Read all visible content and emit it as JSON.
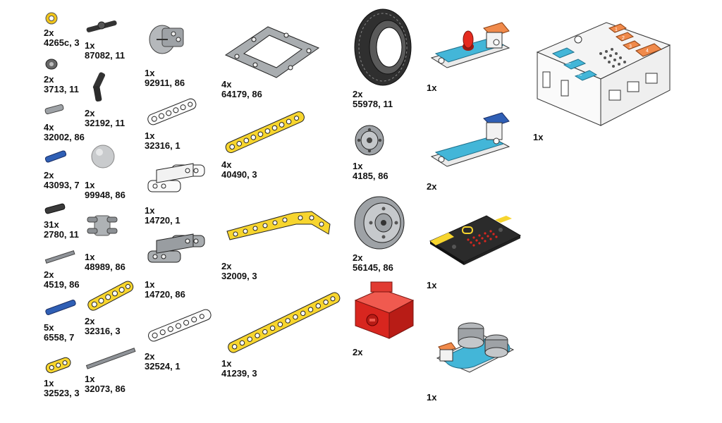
{
  "colors": {
    "yellow": "#f7d52e",
    "light_gray": "#a9adb0",
    "dark_gray": "#6a6e72",
    "black": "#2b2b2b",
    "blue": "#2f5fb5",
    "red": "#d8261f",
    "teal": "#43b6d8",
    "orange": "#f08a4b"
  },
  "parts": [
    {
      "qty": "2x",
      "code": "4265c, 3"
    },
    {
      "qty": "1x",
      "code": "87082, 11"
    },
    {
      "qty": "2x",
      "code": "3713, 11"
    },
    {
      "qty": "2x",
      "code": "32192, 11"
    },
    {
      "qty": "4x",
      "code": "32002, 86"
    },
    {
      "qty": "2x",
      "code": "43093, 7"
    },
    {
      "qty": "1x",
      "code": "99948, 86"
    },
    {
      "qty": "31x",
      "code": "2780, 11"
    },
    {
      "qty": "1x",
      "code": "48989, 86"
    },
    {
      "qty": "2x",
      "code": "4519, 86"
    },
    {
      "qty": "2x",
      "code": "32316, 3"
    },
    {
      "qty": "5x",
      "code": "6558, 7"
    },
    {
      "qty": "1x",
      "code": "32523, 3"
    },
    {
      "qty": "1x",
      "code": "32073, 86"
    },
    {
      "qty": "1x",
      "code": "92911, 86"
    },
    {
      "qty": "1x",
      "code": "32316, 1"
    },
    {
      "qty": "1x",
      "code": "14720, 1"
    },
    {
      "qty": "1x",
      "code": "14720, 86"
    },
    {
      "qty": "2x",
      "code": "32524, 1"
    },
    {
      "qty": "4x",
      "code": "64179, 86"
    },
    {
      "qty": "4x",
      "code": "40490, 3"
    },
    {
      "qty": "2x",
      "code": "32009, 3"
    },
    {
      "qty": "1x",
      "code": "41239, 3"
    },
    {
      "qty": "2x",
      "code": "55978, 11"
    },
    {
      "qty": "1x",
      "code": "4185, 86"
    },
    {
      "qty": "2x",
      "code": "56145, 86"
    },
    {
      "qty": "2x",
      "code": ""
    },
    {
      "qty": "1x",
      "code": ""
    },
    {
      "qty": "2x",
      "code": ""
    },
    {
      "qty": "1x",
      "code": ""
    },
    {
      "qty": "1x",
      "code": ""
    },
    {
      "qty": "1x",
      "code": ""
    }
  ],
  "module_labels": {
    "port_1": "1",
    "port_2": "2",
    "port_3": "3",
    "port_4": "4",
    "iic": "IIC"
  }
}
